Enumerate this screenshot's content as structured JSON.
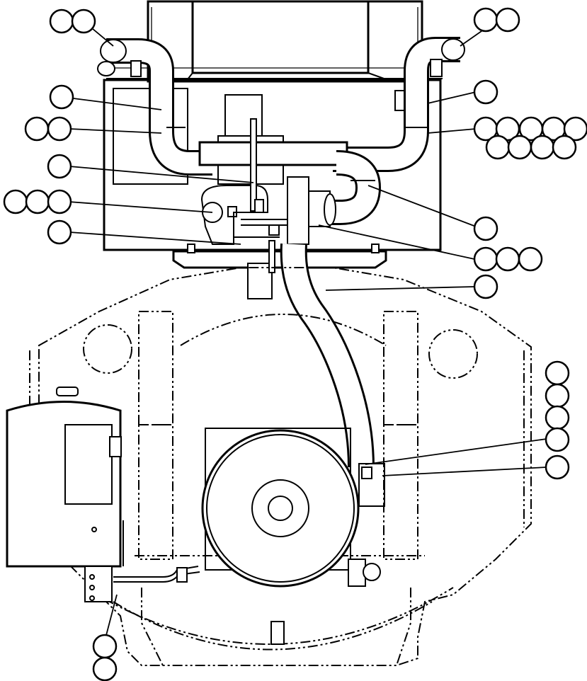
{
  "diagram": {
    "type": "exploded-parts-diagram",
    "subject": "engine-exhaust-piping-assembly",
    "callout_count": 44,
    "callout_labels": [],
    "colors": {
      "line": "#000000",
      "background": "#ffffff"
    }
  }
}
